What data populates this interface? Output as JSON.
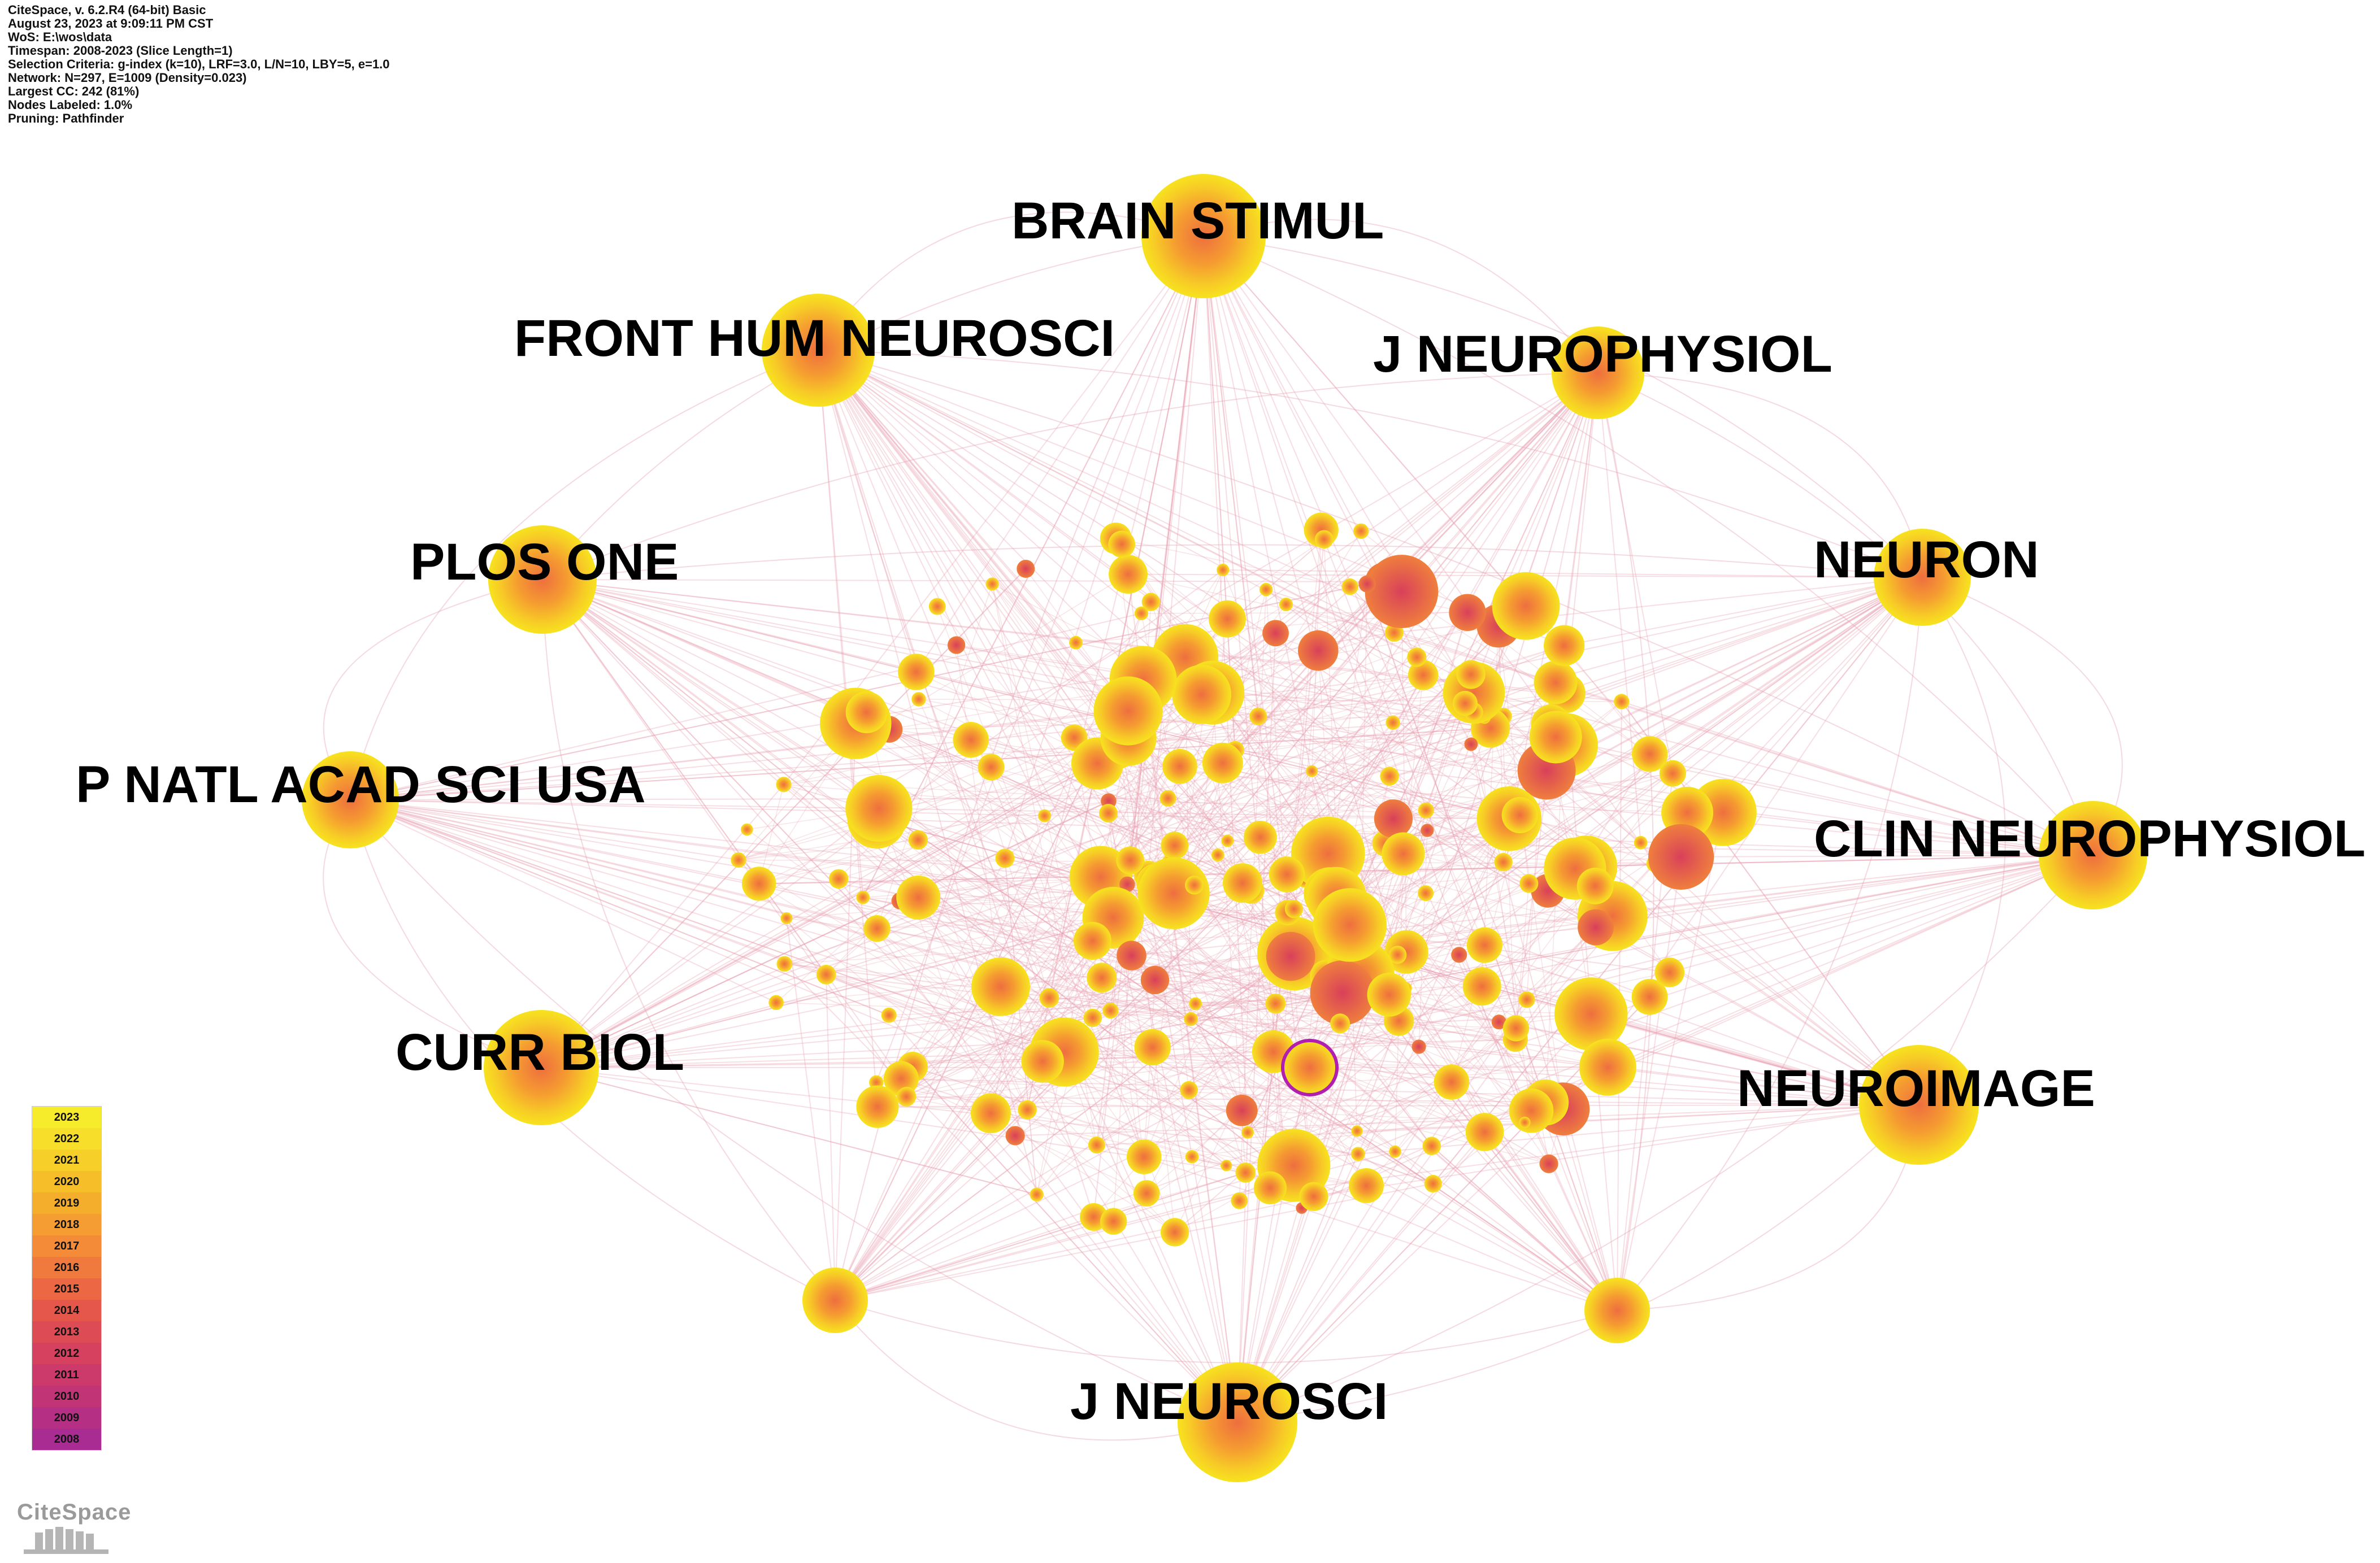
{
  "header": {
    "lines": [
      "CiteSpace, v. 6.2.R4 (64-bit) Basic",
      "August 23, 2023 at 9:09:11 PM CST",
      "WoS: E:\\wos\\data",
      "Timespan: 2008-2023 (Slice Length=1)",
      "Selection Criteria: g-index (k=10), LRF=3.0, L/N=10, LBY=5, e=1.0",
      "Network: N=297, E=1009 (Density=0.023)",
      "Largest CC: 242 (81%)",
      "Nodes Labeled: 1.0%",
      "Pruning: Pathfinder"
    ]
  },
  "network": {
    "labeled_nodes": [
      {
        "label": "BRAIN STIMUL"
      },
      {
        "label": "FRONT HUM NEUROSCI"
      },
      {
        "label": "J NEUROPHYSIOL"
      },
      {
        "label": "PLOS ONE"
      },
      {
        "label": "NEURON"
      },
      {
        "label": "P NATL ACAD SCI USA"
      },
      {
        "label": "CLIN NEUROPHYSIOL"
      },
      {
        "label": "CURR BIOL"
      },
      {
        "label": "NEUROIMAGE"
      },
      {
        "label": "J NEUROSCI"
      }
    ],
    "colors": {
      "outer_ring": "#f7e51e",
      "core": "#f07b3c",
      "edge": "#e7a1b1",
      "highlight_ring": "#b21fb0"
    }
  },
  "legend": {
    "years": [
      "2023",
      "2022",
      "2021",
      "2020",
      "2019",
      "2018",
      "2017",
      "2016",
      "2015",
      "2014",
      "2013",
      "2012",
      "2011",
      "2010",
      "2009",
      "2008"
    ],
    "colors": [
      "#f6ec2b",
      "#f6de2a",
      "#f6cf29",
      "#f6bf29",
      "#f5ae2c",
      "#f59c32",
      "#f38b38",
      "#f0793e",
      "#ec6845",
      "#e5574b",
      "#dd4b55",
      "#d5415f",
      "#cc3a6b",
      "#c13476",
      "#b52f84",
      "#a82c92"
    ]
  },
  "logo": {
    "text": "CiteSpace"
  }
}
